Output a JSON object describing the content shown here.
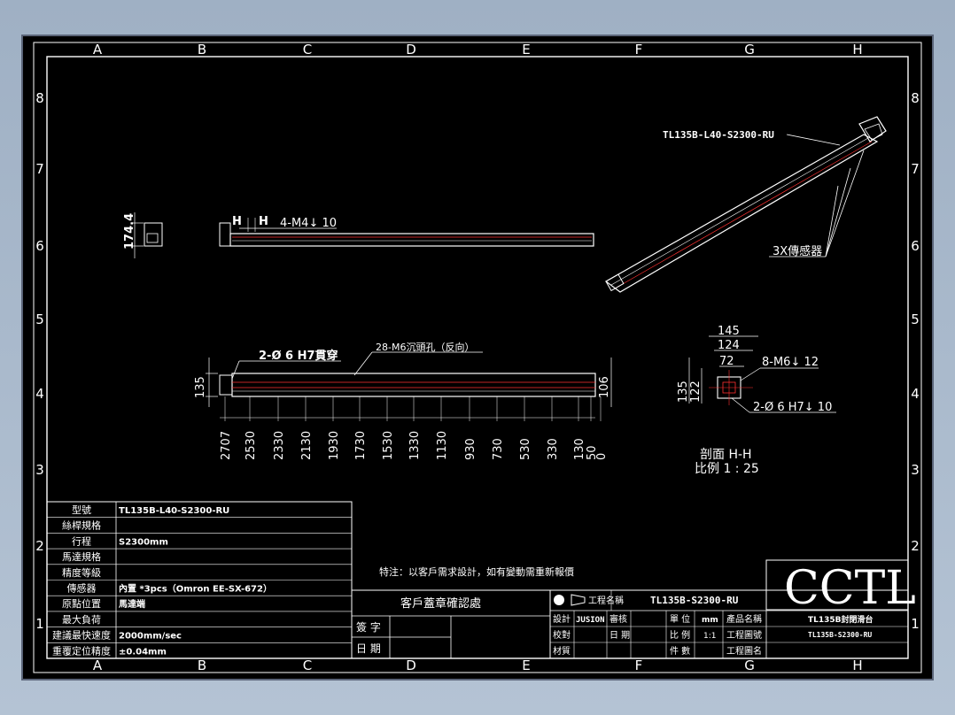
{
  "border": {
    "cols": [
      "A",
      "B",
      "C",
      "D",
      "E",
      "F",
      "G",
      "H"
    ],
    "rows": [
      "8",
      "7",
      "6",
      "5",
      "4",
      "3",
      "2",
      "1"
    ]
  },
  "side_view": {
    "dim_height": "174.4"
  },
  "top_view": {
    "dim_hh": "H",
    "callout": "4-M4↓ 10"
  },
  "front_view": {
    "callout_holes": "2-Ø 6  H7貫穿",
    "callout_holes2": "28-M6沉頭孔（反向）",
    "dim_left": "135",
    "dim_right": "106",
    "positions": [
      "2707",
      "2530",
      "2330",
      "2130",
      "1930",
      "1730",
      "1530",
      "1330",
      "1130",
      "930",
      "730",
      "530",
      "330",
      "130",
      "50",
      "0"
    ]
  },
  "iso_view": {
    "part_label": "TL135B-L40-S2300-RU",
    "sensor_label": "3X傳感器"
  },
  "section_view": {
    "dim_145": "145",
    "dim_124": "124",
    "dim_72": "72",
    "dim_135": "135",
    "dim_122": "122",
    "callout_m6": "8-M6↓ 12",
    "callout_pin": "2-Ø 6  H7↓ 10",
    "title": "剖面 H-H",
    "scale": "比例 1 : 25"
  },
  "spec_table": [
    {
      "label": "型號",
      "value": "TL135B-L40-S2300-RU"
    },
    {
      "label": "絲桿規格",
      "value": ""
    },
    {
      "label": "行程",
      "value": "S2300mm"
    },
    {
      "label": "馬達規格",
      "value": ""
    },
    {
      "label": "精度等級",
      "value": ""
    },
    {
      "label": "傳感器",
      "value": "內置 *3pcs（Omron EE-SX-672）"
    },
    {
      "label": "原點位置",
      "value": "馬達端"
    },
    {
      "label": "最大負荷",
      "value": ""
    },
    {
      "label": "建議最快速度",
      "value": "2000mm/sec"
    },
    {
      "label": "重覆定位精度",
      "value": "±0.04mm"
    }
  ],
  "note": "特注：以客戶需求設計，如有變動需重新報價",
  "approval": {
    "title": "客戶蓋章確認處",
    "sign_label": "簽 字",
    "date_label": "日 期"
  },
  "title_block": {
    "projection_label": "工程名稱",
    "model": "TL135B-S2300-RU",
    "design_label": "設計",
    "designer": "JUSION",
    "review_label": "審核",
    "check_label": "校對",
    "date_label": "日 期",
    "material_label": "材質",
    "unit_label": "單 位",
    "unit_value": "mm",
    "scale_label": "比 例",
    "scale_value": "1:1",
    "qty_label": "件 數",
    "product_label": "產品名稱",
    "drawing_no_label": "工程圖號",
    "drawing_name_label": "工程圖名",
    "logo": "CCTL",
    "product_name": "TL135B封閉滑台",
    "drawing_no": "TL135B-S2300-RU"
  },
  "colors": {
    "background": "#000000",
    "frame": "#ffffff",
    "dim_red": "#ff3030"
  }
}
